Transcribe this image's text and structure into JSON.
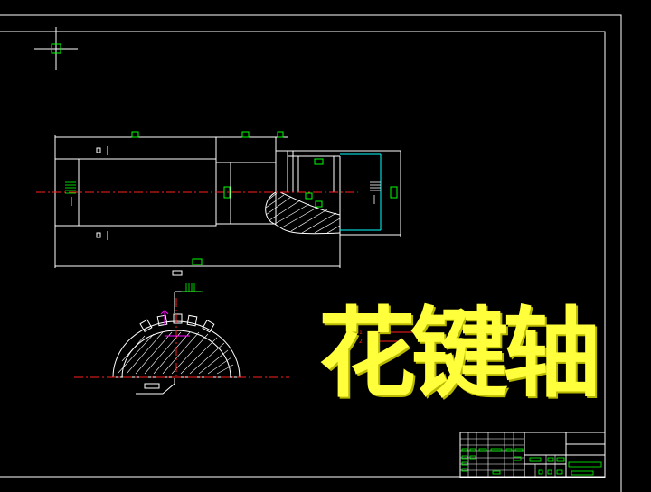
{
  "drawing": {
    "title": "花键轴",
    "colors": {
      "background": "#000000",
      "outline": "#ffffff",
      "centerline": "#ff2020",
      "dimension": "#00ff00",
      "highlight": "#00ffff",
      "section_marker": "#ff00ff",
      "title": "#ffff3c"
    },
    "notes": [
      "1.",
      "2."
    ],
    "crosshair": "cad-cursor-crosshair"
  }
}
